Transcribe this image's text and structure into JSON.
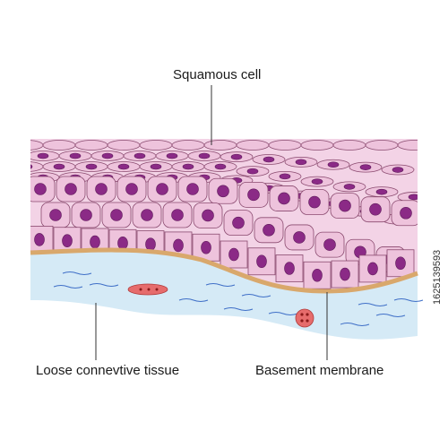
{
  "labels": {
    "squamous": "Squamous cell",
    "loose_connective": "Loose connevtive tissue",
    "basement_membrane": "Basement membrane"
  },
  "stock_id": "1625139593",
  "colors": {
    "cell_fill": "#eec3dc",
    "cell_fill_light": "#f3d3e6",
    "cell_outline": "#8a4a6f",
    "nucleus": "#8b2a86",
    "nucleus_outline": "#5e1a5a",
    "basement_membrane": "#d9a86c",
    "connective_tissue": "#d5eaf6",
    "fiber": "#3f6fc7",
    "blood_cell": "#e66c6c",
    "leader_line": "#333333"
  }
}
